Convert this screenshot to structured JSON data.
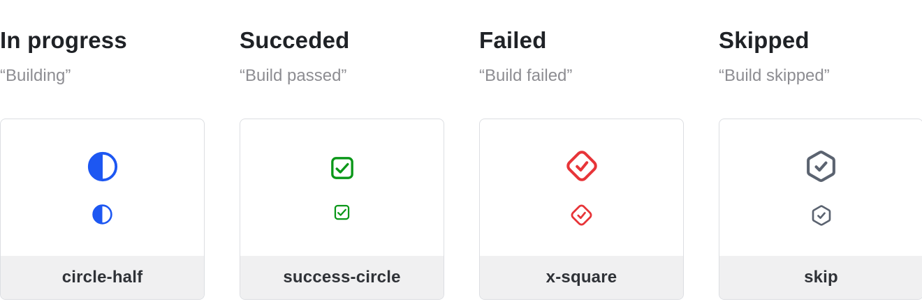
{
  "page": {
    "background": "#ffffff"
  },
  "colors": {
    "heading_text": "#1f2226",
    "subtitle_text": "#8d8d92",
    "card_border": "#dcdee2",
    "card_background": "#ffffff",
    "footer_background": "#f0f0f1",
    "footer_text": "#2f3237",
    "in_progress_blue": "#1d57f2",
    "succeeded_green": "#0a9718",
    "failed_red": "#e73438",
    "skipped_gray": "#5b6370"
  },
  "columns": [
    {
      "title": "In progress",
      "subtitle": "“Building”",
      "icon": "circle-half-icon",
      "icon_color": "#1d57f2",
      "footer_label": "circle-half"
    },
    {
      "title": "Succeded",
      "subtitle": "“Build passed”",
      "icon": "check-square-icon",
      "icon_color": "#0a9718",
      "footer_label": "success-circle"
    },
    {
      "title": "Failed",
      "subtitle": "“Build failed”",
      "icon": "diamond-check-icon",
      "icon_color": "#e73438",
      "footer_label": "x-square"
    },
    {
      "title": "Skipped",
      "subtitle": "“Build skipped”",
      "icon": "hexagon-check-icon",
      "icon_color": "#5b6370",
      "footer_label": "skip"
    }
  ]
}
